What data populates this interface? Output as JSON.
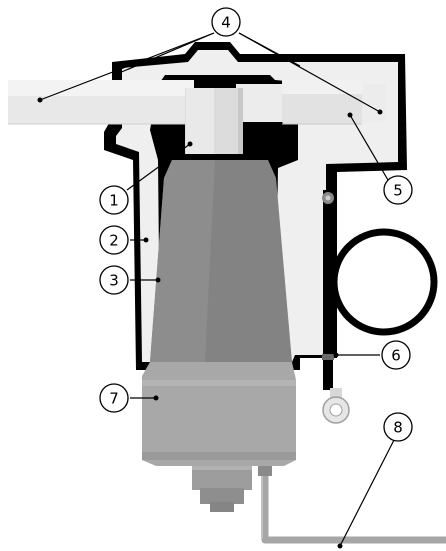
{
  "colors": {
    "black": "#000000",
    "light_gray": "#efefef",
    "mid_gray": "#bdbdbd",
    "body_gray": "#838383",
    "metal_gray": "#a8a8a8",
    "white": "#ffffff"
  },
  "callouts": [
    {
      "label": "1"
    },
    {
      "label": "2"
    },
    {
      "label": "3"
    },
    {
      "label": "4"
    },
    {
      "label": "5"
    },
    {
      "label": "6"
    },
    {
      "label": "7"
    },
    {
      "label": "8"
    }
  ]
}
